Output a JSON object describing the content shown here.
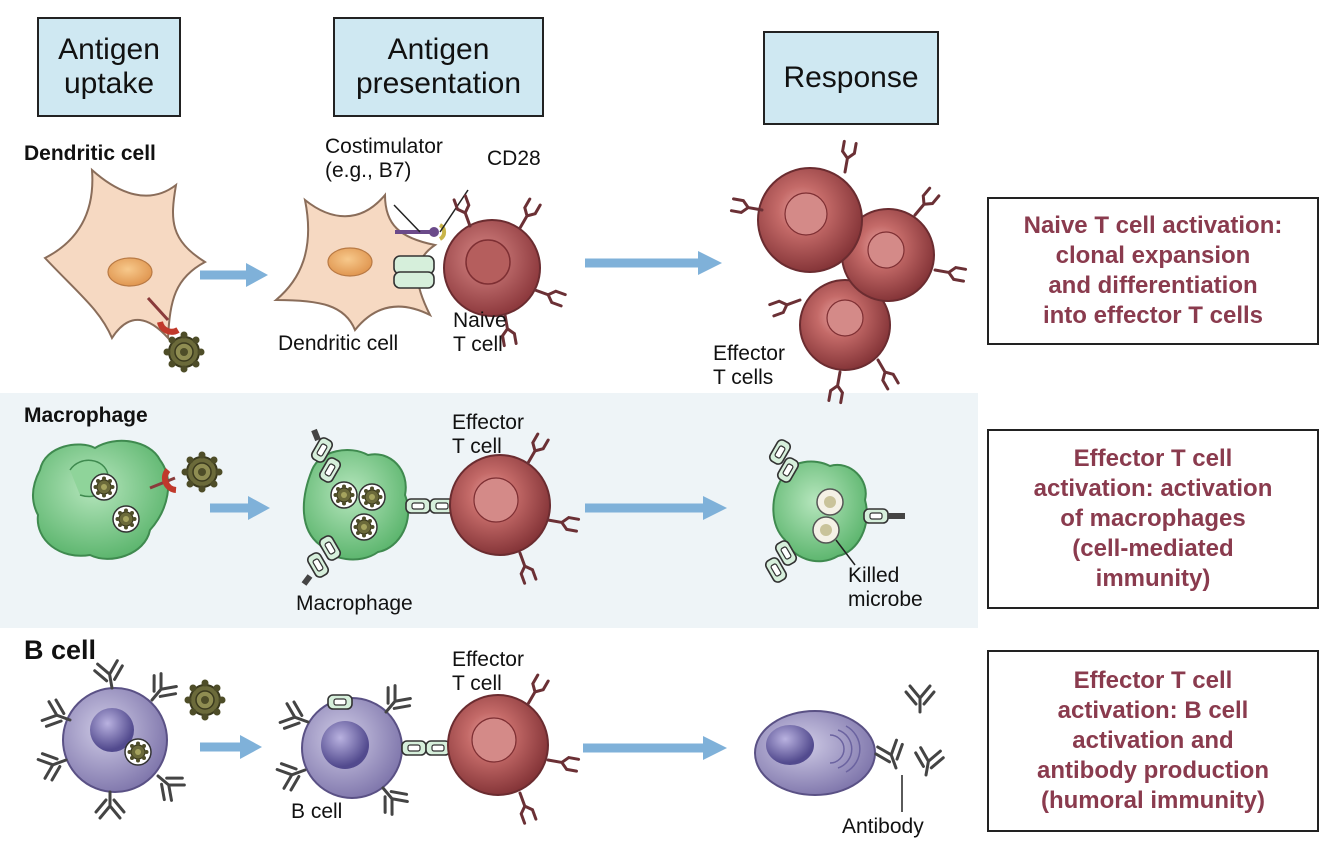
{
  "stages": {
    "uptake": "Antigen\nuptake",
    "presentation": "Antigen\npresentation",
    "response": "Response"
  },
  "rows": {
    "dendritic": {
      "title": "Dendritic cell",
      "costimulator": "Costimulator\n(e.g., B7)",
      "cd28": "CD28",
      "dendritic_cell": "Dendritic cell",
      "naive_t_cell": "Naive\nT cell",
      "effector_t_cells": "Effector\nT cells",
      "outcome": "Naive T cell activation:\nclonal expansion\nand differentiation\ninto effector T cells"
    },
    "macrophage": {
      "title": "Macrophage",
      "effector_t_cell": "Effector\nT cell",
      "macrophage": "Macrophage",
      "killed_microbe": "Killed\nmicrobe",
      "outcome": "Effector T cell\nactivation: activation\nof macrophages\n(cell-mediated\nimmunity)"
    },
    "bcell": {
      "title": "B cell",
      "effector_t_cell": "Effector\nT cell",
      "b_cell": "B cell",
      "antibody": "Antibody",
      "outcome": "Effector T cell\nactivation: B cell\nactivation and\nantibody production\n(humoral immunity)"
    }
  },
  "colors": {
    "stage_box": "#cfe8f2",
    "outcome_text": "#8a3b4e",
    "arrow": "#7fb1d9",
    "dendritic": "#f6d9c2",
    "tcell": "#a4484b",
    "macrophage": "#6cc07a",
    "bcell": "#8f86b8",
    "microbe": "#6b6a3a"
  }
}
